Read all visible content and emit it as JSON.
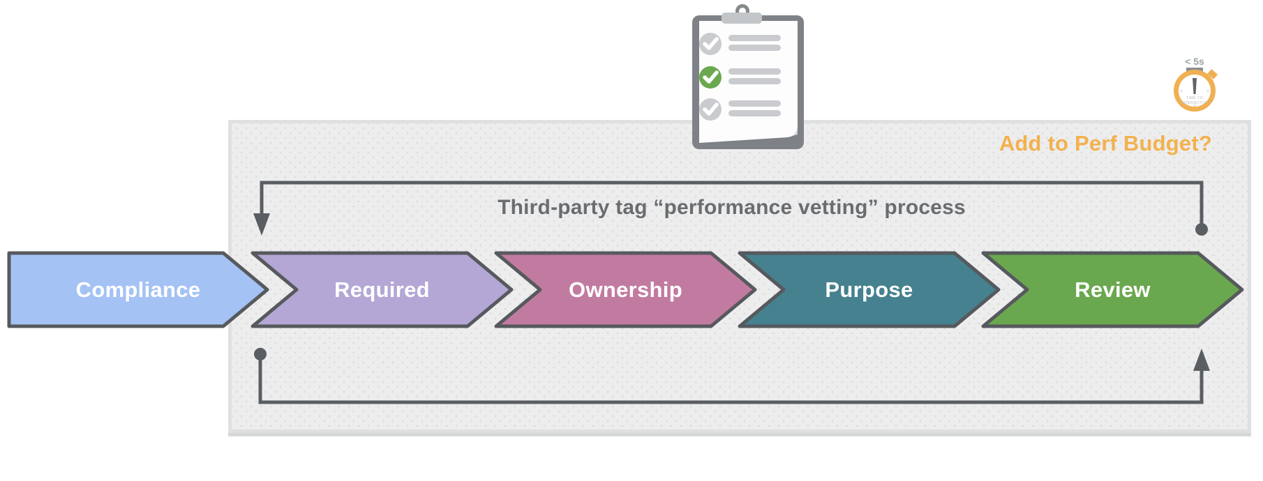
{
  "panel": {
    "title": "Third-party tag “performance vetting” process",
    "perf_budget_label": "Add to Perf Budget?",
    "accent_color": "#F3B14E",
    "title_color": "#6A6D70",
    "background_color": "#EDEDEE"
  },
  "flow": {
    "steps": [
      {
        "label": "Compliance",
        "color": "#A4C2F4"
      },
      {
        "label": "Required",
        "color": "#B4A7D6"
      },
      {
        "label": "Ownership",
        "color": "#C27BA0"
      },
      {
        "label": "Purpose",
        "color": "#45818E"
      },
      {
        "label": "Review",
        "color": "#6AA84F"
      }
    ],
    "border_color": "#56595D",
    "label_color": "#FFFFFF"
  },
  "loop_arrows": {
    "color": "#5A5E63",
    "top_arrow": "from Review back to Required (dot to arrowhead)",
    "bottom_arrow": "from Required forward to Review (dot to arrowhead)"
  },
  "stopwatch": {
    "time_label": "< 5s",
    "metric_line1": "TIME TO",
    "metric_line2": "INTERACTIVE",
    "ring_color": "#F0B052",
    "needle_color": "#5F6368",
    "label_color": "#9EA3A7"
  },
  "clipboard": {
    "board_color": "#7E8287",
    "paper_color": "#FDFDFD",
    "line_color": "#C9CBCE",
    "rows": [
      {
        "state": "unchecked",
        "circle_color": "#C9CBCE"
      },
      {
        "state": "checked",
        "circle_color": "#6AA84F"
      },
      {
        "state": "unchecked",
        "circle_color": "#C9CBCE"
      }
    ]
  }
}
